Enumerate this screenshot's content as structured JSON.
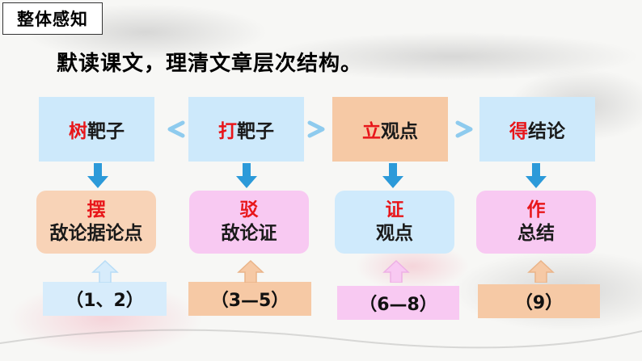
{
  "header": {
    "tag": "整体感知"
  },
  "instruction": "默读课文，理清文章层次结构。",
  "columns": [
    {
      "top_key": "树",
      "top_rest": "靶子",
      "mid_key": "摆",
      "mid_text": "敌论据论点",
      "range": "（1、2）"
    },
    {
      "top_key": "打",
      "top_rest": "靶子",
      "mid_key": "驳",
      "mid_text": "敌论证",
      "range": "（3—5）"
    },
    {
      "top_key": "立",
      "top_rest": "观点",
      "mid_key": "证",
      "mid_text": "观点",
      "range": "（6—8）"
    },
    {
      "top_key": "得",
      "top_rest": "结论",
      "mid_key": "作",
      "mid_text": "总结",
      "range": "（9）"
    }
  ],
  "colors": {
    "top_fills": [
      "#cde9fb",
      "#cde9fb",
      "#f6c9a5",
      "#cde9fb"
    ],
    "mid_fills": [
      "#f8d3b7",
      "#f8c9f2",
      "#cfeafc",
      "#f8c9f2"
    ],
    "bot_fills": [
      "#d7ecfb",
      "#f6c9a5",
      "#f8c9f2",
      "#f6c9a5"
    ],
    "arrow": "#2c9ad9",
    "side_arrow": "#8ecbee",
    "key_text": "#e8161a"
  }
}
